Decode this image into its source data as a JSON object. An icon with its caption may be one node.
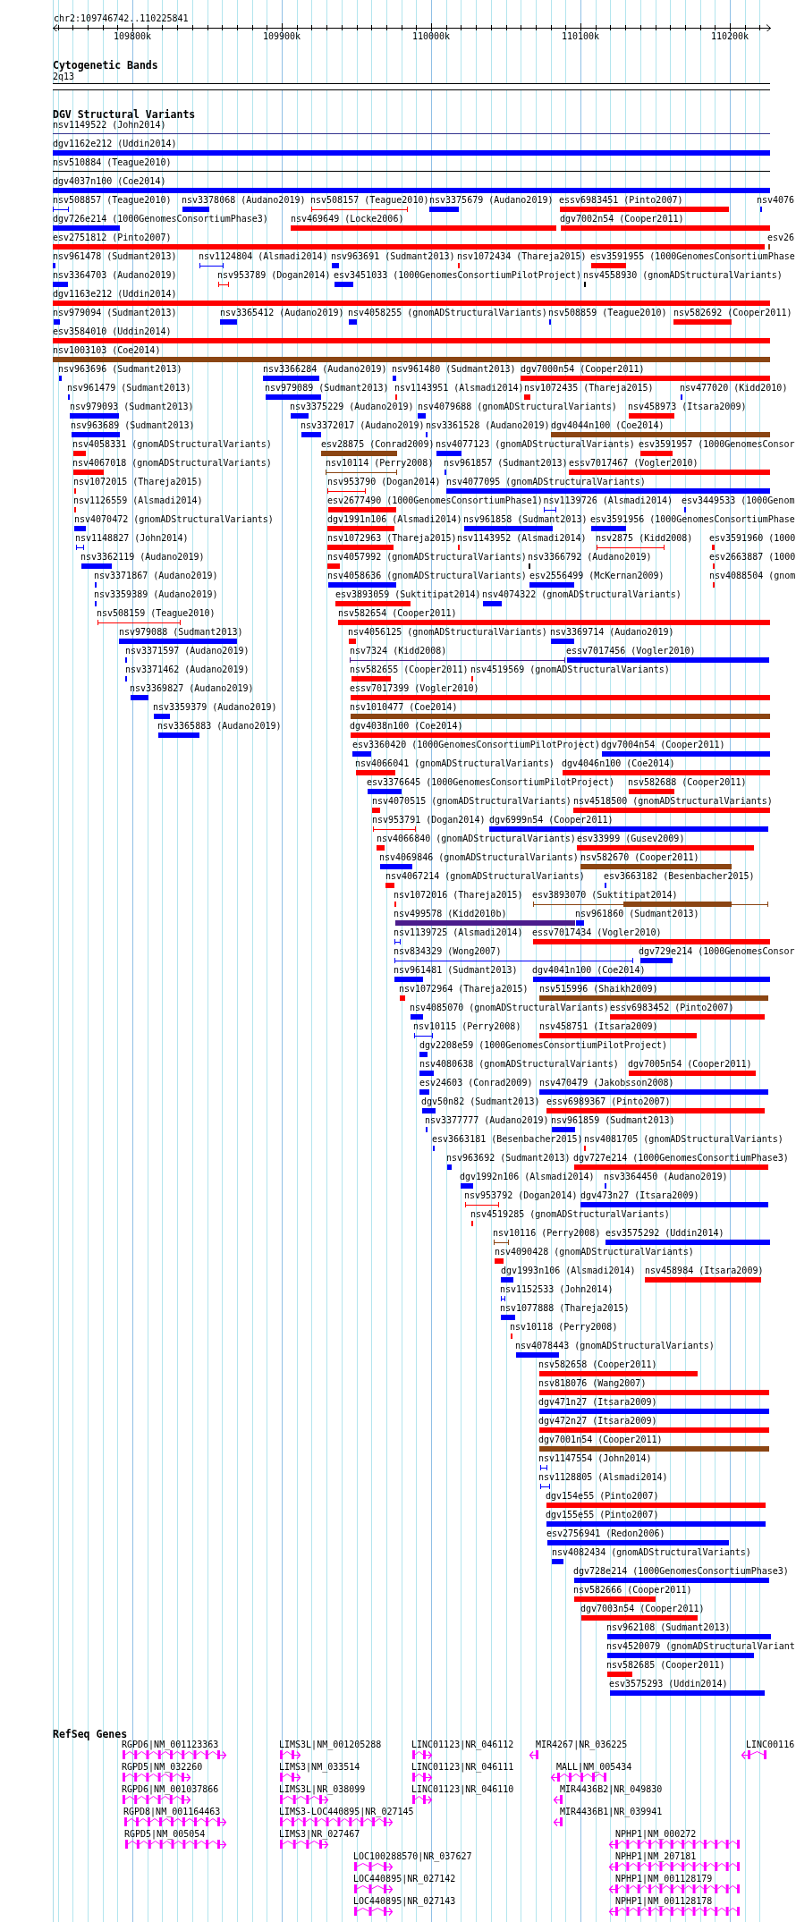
{
  "diagram": {
    "labels": [
      "chr2:109746742..110225841",
      "109800k",
      "109900k",
      "110000k",
      "110100k",
      "110200k",
      "Cytogenetic Bands",
      "DGV Structural Variants",
      "RefSeq Genes"
    ],
    "nodes": [
      {
        "text": [
          "2q13"
        ]
      },
      {
        "text": [
          "nsv1149522 (John2014)"
        ]
      },
      {
        "text": [
          "dgv1162e212 (Uddin2014)"
        ]
      },
      {
        "text": [
          "nsv510884 (Teague2010)"
        ]
      },
      {
        "text": [
          "dgv4037n100 (Coe2014)"
        ]
      },
      {
        "text": [
          "nsv508857 (Teague2010)"
        ]
      },
      {
        "text": [
          "nsv3378068 (Audano2019)"
        ]
      },
      {
        "text": [
          "nsv508157 (Teague2010)"
        ]
      },
      {
        "text": [
          "nsv3375679 (Audano2019)"
        ]
      },
      {
        "text": [
          "essv6983451 (Pinto2007)"
        ]
      },
      {
        "text": [
          "nsv4076"
        ]
      },
      {
        "text": [
          "dgv726e214 (1000GenomesConsortiumPhase3)"
        ]
      },
      {
        "text": [
          "nsv469649 (Locke2006)"
        ]
      },
      {
        "text": [
          "dgv7002n54 (Cooper2011)"
        ]
      },
      {
        "text": [
          "esv2751812 (Pinto2007)"
        ]
      },
      {
        "text": [
          "esv26"
        ]
      },
      {
        "text": [
          "nsv961478 (Sudmant2013)"
        ]
      },
      {
        "text": [
          "nsv1124804 (Alsmadi2014)"
        ]
      },
      {
        "text": [
          "nsv963691 (Sudmant2013)"
        ]
      },
      {
        "text": [
          "nsv1072434 (Thareja2015)"
        ]
      },
      {
        "text": [
          "esv3591955 (1000GenomesConsortiumPhase"
        ]
      },
      {
        "text": [
          "nsv3364703 (Audano2019)"
        ]
      },
      {
        "text": [
          "nsv953789 (Dogan2014)"
        ]
      },
      {
        "text": [
          "esv3451033 (1000GenomesConsortiumPilotProject)"
        ]
      },
      {
        "text": [
          "nsv4558930 (gnomADStructuralVariants)"
        ]
      },
      {
        "text": [
          "dgv1163e212 (Uddin2014)"
        ]
      },
      {
        "text": [
          "nsv979094 (Sudmant2013)"
        ]
      },
      {
        "text": [
          "nsv3365412 (Audano2019)"
        ]
      },
      {
        "text": [
          "nsv4058255 (gnomADStructuralVariants)"
        ]
      },
      {
        "text": [
          "nsv508859 (Teague2010)"
        ]
      },
      {
        "text": [
          "nsv582692 (Cooper2011)"
        ]
      },
      {
        "text": [
          "esv3584010 (Uddin2014)"
        ]
      },
      {
        "text": [
          "nsv1003103 (Coe2014)"
        ]
      },
      {
        "text": [
          "nsv963696 (Sudmant2013)"
        ]
      },
      {
        "text": [
          "nsv3366284 (Audano2019)"
        ]
      },
      {
        "text": [
          "nsv961480 (Sudmant2013)"
        ]
      },
      {
        "text": [
          "dgv7000n54 (Cooper2011)"
        ]
      },
      {
        "text": [
          "nsv961479 (Sudmant2013)"
        ]
      },
      {
        "text": [
          "nsv979089 (Sudmant2013)"
        ]
      },
      {
        "text": [
          "nsv1143951 (Alsmadi2014)"
        ]
      },
      {
        "text": [
          "nsv1072435 (Thareja2015)"
        ]
      },
      {
        "text": [
          "nsv477020 (Kidd2010)"
        ]
      },
      {
        "text": [
          "nsv979093 (Sudmant2013)"
        ]
      },
      {
        "text": [
          "nsv3375229 (Audano2019)"
        ]
      },
      {
        "text": [
          "nsv4079688 (gnomADStructuralVariants)"
        ]
      },
      {
        "text": [
          "nsv458973 (Itsara2009)"
        ]
      },
      {
        "text": [
          "nsv963689 (Sudmant2013)"
        ]
      },
      {
        "text": [
          "nsv3372017 (Audano2019)"
        ]
      },
      {
        "text": [
          "nsv3361528 (Audano2019)"
        ]
      },
      {
        "text": [
          "dgv4044n100 (Coe2014)"
        ]
      },
      {
        "text": [
          "nsv4058331 (gnomADStructuralVariants)"
        ]
      },
      {
        "text": [
          "esv28875 (Conrad2009)"
        ]
      },
      {
        "text": [
          "nsv4077123 (gnomADStructuralVariants)"
        ]
      },
      {
        "text": [
          "esv3591957 (1000GenomesConsor"
        ]
      },
      {
        "text": [
          "nsv4067018 (gnomADStructuralVariants)"
        ]
      },
      {
        "text": [
          "nsv10114 (Perry2008)"
        ]
      },
      {
        "text": [
          "nsv961857 (Sudmant2013)"
        ]
      },
      {
        "text": [
          "essv7017467 (Vogler2010)"
        ]
      },
      {
        "text": [
          "nsv1072015 (Thareja2015)"
        ]
      },
      {
        "text": [
          "nsv953790 (Dogan2014)"
        ]
      },
      {
        "text": [
          "nsv4077095 (gnomADStructuralVariants)"
        ]
      },
      {
        "text": [
          "nsv1126559 (Alsmadi2014)"
        ]
      },
      {
        "text": [
          "esv2677490 (1000GenomesConsortiumPhase1)"
        ]
      },
      {
        "text": [
          "nsv1139726 (Alsmadi2014)"
        ]
      },
      {
        "text": [
          "esv3449533 (1000Genom"
        ]
      },
      {
        "text": [
          "nsv4070472 (gnomADStructuralVariants)"
        ]
      },
      {
        "text": [
          "dgv1991n106 (Alsmadi2014)"
        ]
      },
      {
        "text": [
          "nsv961858 (Sudmant2013)"
        ]
      },
      {
        "text": [
          "esv3591956 (1000GenomesConsortiumPhase"
        ]
      },
      {
        "text": [
          "nsv1148827 (John2014)"
        ]
      },
      {
        "text": [
          "nsv1072963 (Thareja2015)"
        ]
      },
      {
        "text": [
          "nsv1143952 (Alsmadi2014)"
        ]
      },
      {
        "text": [
          "nsv2875 (Kidd2008)"
        ]
      },
      {
        "text": [
          "esv3591960 (1000"
        ]
      },
      {
        "text": [
          "nsv3362119 (Audano2019)"
        ]
      },
      {
        "text": [
          "nsv4057992 (gnomADStructuralVariants)"
        ]
      },
      {
        "text": [
          "nsv3366792 (Audano2019)"
        ]
      },
      {
        "text": [
          "esv2663887 (1000"
        ]
      },
      {
        "text": [
          "nsv3371867 (Audano2019)"
        ]
      },
      {
        "text": [
          "nsv4058636 (gnomADStructuralVariants)"
        ]
      },
      {
        "text": [
          "esv2556499 (McKernan2009)"
        ]
      },
      {
        "text": [
          "nsv4088504 (gnom"
        ]
      },
      {
        "text": [
          "nsv3359389 (Audano2019)"
        ]
      },
      {
        "text": [
          "esv3893059 (Suktitipat2014)"
        ]
      },
      {
        "text": [
          "nsv4074322 (gnomADStructuralVariants)"
        ]
      },
      {
        "text": [
          "nsv508159 (Teague2010)"
        ]
      },
      {
        "text": [
          "nsv582654 (Cooper2011)"
        ]
      },
      {
        "text": [
          "nsv979088 (Sudmant2013)"
        ]
      },
      {
        "text": [
          "nsv4056125 (gnomADStructuralVariants)"
        ]
      },
      {
        "text": [
          "nsv3369714 (Audano2019)"
        ]
      },
      {
        "text": [
          "nsv3371597 (Audano2019)"
        ]
      },
      {
        "text": [
          "nsv7324 (Kidd2008)"
        ]
      },
      {
        "text": [
          "essv7017456 (Vogler2010)"
        ]
      },
      {
        "text": [
          "nsv3371462 (Audano2019)"
        ]
      },
      {
        "text": [
          "nsv582655 (Cooper2011)"
        ]
      },
      {
        "text": [
          "nsv4519569 (gnomADStructuralVariants)"
        ]
      },
      {
        "text": [
          "nsv3369827 (Audano2019)"
        ]
      },
      {
        "text": [
          "essv7017399 (Vogler2010)"
        ]
      },
      {
        "text": [
          "nsv3359379 (Audano2019)"
        ]
      },
      {
        "text": [
          "nsv1010477 (Coe2014)"
        ]
      },
      {
        "text": [
          "nsv3365883 (Audano2019)"
        ]
      },
      {
        "text": [
          "dgv4038n100 (Coe2014)"
        ]
      },
      {
        "text": [
          "esv3360420 (1000GenomesConsortiumPilotProject)"
        ]
      },
      {
        "text": [
          "dgv7004n54 (Cooper2011)"
        ]
      },
      {
        "text": [
          "nsv4066041 (gnomADStructuralVariants)"
        ]
      },
      {
        "text": [
          "dgv4046n100 (Coe2014)"
        ]
      },
      {
        "text": [
          "esv3376645 (1000GenomesConsortiumPilotProject)"
        ]
      },
      {
        "text": [
          "nsv582688 (Cooper2011)"
        ]
      },
      {
        "text": [
          "nsv4070515 (gnomADStructuralVariants)"
        ]
      },
      {
        "text": [
          "nsv4518500 (gnomADStructuralVariants)"
        ]
      },
      {
        "text": [
          "nsv953791 (Dogan2014)"
        ]
      },
      {
        "text": [
          "dgv6999n54 (Cooper2011)"
        ]
      },
      {
        "text": [
          "nsv4066840 (gnomADStructuralVariants)"
        ]
      },
      {
        "text": [
          "esv33999 (Gusev2009)"
        ]
      },
      {
        "text": [
          "nsv4069846 (gnomADStructuralVariants)"
        ]
      },
      {
        "text": [
          "nsv582670 (Cooper2011)"
        ]
      },
      {
        "text": [
          "nsv4067214 (gnomADStructuralVariants)"
        ]
      },
      {
        "text": [
          "esv3663182 (Besenbacher2015)"
        ]
      },
      {
        "text": [
          "nsv1072016 (Thareja2015)"
        ]
      },
      {
        "text": [
          "esv3893070 (Suktitipat2014)"
        ]
      },
      {
        "text": [
          "nsv499578 (Kidd2010b)"
        ]
      },
      {
        "text": [
          "nsv961860 (Sudmant2013)"
        ]
      },
      {
        "text": [
          "nsv1139725 (Alsmadi2014)"
        ]
      },
      {
        "text": [
          "essv7017434 (Vogler2010)"
        ]
      },
      {
        "text": [
          "nsv834329 (Wong2007)"
        ]
      },
      {
        "text": [
          "dgv729e214 (1000GenomesConsor"
        ]
      },
      {
        "text": [
          "nsv961481 (Sudmant2013)"
        ]
      },
      {
        "text": [
          "dgv4041n100 (Coe2014)"
        ]
      },
      {
        "text": [
          "nsv1072964 (Thareja2015)"
        ]
      },
      {
        "text": [
          "nsv515996 (Shaikh2009)"
        ]
      },
      {
        "text": [
          "nsv4085070 (gnomADStructuralVariants)"
        ]
      },
      {
        "text": [
          "essv6983452 (Pinto2007)"
        ]
      },
      {
        "text": [
          "nsv10115 (Perry2008)"
        ]
      },
      {
        "text": [
          "nsv458751 (Itsara2009)"
        ]
      },
      {
        "text": [
          "dgv2208e59 (1000GenomesConsortiumPilotProject)"
        ]
      },
      {
        "text": [
          "nsv4080638 (gnomADStructuralVariants)"
        ]
      },
      {
        "text": [
          "dgv7005n54 (Cooper2011)"
        ]
      },
      {
        "text": [
          "esv24603 (Conrad2009)"
        ]
      },
      {
        "text": [
          "nsv470479 (Jakobsson2008)"
        ]
      },
      {
        "text": [
          "dgv50n82 (Sudmant2013)"
        ]
      },
      {
        "text": [
          "essv6989367 (Pinto2007)"
        ]
      },
      {
        "text": [
          "nsv3377777 (Audano2019)"
        ]
      },
      {
        "text": [
          "nsv961859 (Sudmant2013)"
        ]
      },
      {
        "text": [
          "esv3663181 (Besenbacher2015)"
        ]
      },
      {
        "text": [
          "nsv4081705 (gnomADStructuralVariants)"
        ]
      },
      {
        "text": [
          "nsv963692 (Sudmant2013)"
        ]
      },
      {
        "text": [
          "dgv727e214 (1000GenomesConsortiumPhase3)"
        ]
      },
      {
        "text": [
          "dgv1992n106 (Alsmadi2014)"
        ]
      },
      {
        "text": [
          "nsv3364450 (Audano2019)"
        ]
      },
      {
        "text": [
          "nsv953792 (Dogan2014)"
        ]
      },
      {
        "text": [
          "dgv473n27 (Itsara2009)"
        ]
      },
      {
        "text": [
          "nsv4519285 (gnomADStructuralVariants)"
        ]
      },
      {
        "text": [
          "nsv10116 (Perry2008)"
        ]
      },
      {
        "text": [
          "esv3575292 (Uddin2014)"
        ]
      },
      {
        "text": [
          "nsv4090428 (gnomADStructuralVariants)"
        ]
      },
      {
        "text": [
          "dgv1993n106 (Alsmadi2014)"
        ]
      },
      {
        "text": [
          "nsv458984 (Itsara2009)"
        ]
      },
      {
        "text": [
          "nsv1152533 (John2014)"
        ]
      },
      {
        "text": [
          "nsv1077888 (Thareja2015)"
        ]
      },
      {
        "text": [
          "nsv10118 (Perry2008)"
        ]
      },
      {
        "text": [
          "nsv4078443 (gnomADStructuralVariants)"
        ]
      },
      {
        "text": [
          "nsv582658 (Cooper2011)"
        ]
      },
      {
        "text": [
          "nsv818076 (Wang2007)"
        ]
      },
      {
        "text": [
          "dgv471n27 (Itsara2009)"
        ]
      },
      {
        "text": [
          "dgv472n27 (Itsara2009)"
        ]
      },
      {
        "text": [
          "dgv7001n54 (Cooper2011)"
        ]
      },
      {
        "text": [
          "nsv1147554 (John2014)"
        ]
      },
      {
        "text": [
          "nsv1128805 (Alsmadi2014)"
        ]
      },
      {
        "text": [
          "dgv154e55 (Pinto2007)"
        ]
      },
      {
        "text": [
          "dgv155e55 (Pinto2007)"
        ]
      },
      {
        "text": [
          "esv2756941 (Redon2006)"
        ]
      },
      {
        "text": [
          "nsv4082434 (gnomADStructuralVariants)"
        ]
      },
      {
        "text": [
          "dgv728e214 (1000GenomesConsortiumPhase3)"
        ]
      },
      {
        "text": [
          "nsv582666 (Cooper2011)"
        ]
      },
      {
        "text": [
          "dgv7003n54 (Cooper2011)"
        ]
      },
      {
        "text": [
          "nsv962108 (Sudmant2013)"
        ]
      },
      {
        "text": [
          "nsv4520079 (gnomADStructuralVariant"
        ]
      },
      {
        "text": [
          "nsv582685 (Cooper2011)"
        ]
      },
      {
        "text": [
          "esv3575293 (Uddin2014)"
        ]
      },
      {
        "text": [
          "RGPD6|NM_001123363"
        ]
      },
      {
        "text": [
          "LIMS3L|NM_001205288"
        ]
      },
      {
        "text": [
          "LINC01123|NR_046112"
        ]
      },
      {
        "text": [
          "MIR4267|NR_036225"
        ]
      },
      {
        "text": [
          "LINC00116"
        ]
      },
      {
        "text": [
          "RGPD5|NM_032260"
        ]
      },
      {
        "text": [
          "LIMS3|NM_033514"
        ]
      },
      {
        "text": [
          "LINC01123|NR_046111"
        ]
      },
      {
        "text": [
          "MALL|NM_005434"
        ]
      },
      {
        "text": [
          "RGPD6|NM_001037866"
        ]
      },
      {
        "text": [
          "LIMS3L|NR_038099"
        ]
      },
      {
        "text": [
          "LINC01123|NR_046110"
        ]
      },
      {
        "text": [
          "MIR4436B2|NR_049830"
        ]
      },
      {
        "text": [
          "RGPD8|NM_001164463"
        ]
      },
      {
        "text": [
          "LIMS3-LOC440895|NR_027145"
        ]
      },
      {
        "text": [
          "MIR4436B1|NR_039941"
        ]
      },
      {
        "text": [
          "RGPD5|NM_005054"
        ]
      },
      {
        "text": [
          "LIMS3|NR_027467"
        ]
      },
      {
        "text": [
          "NPHP1|NM_000272"
        ]
      },
      {
        "text": [
          "LOC100288570|NR_037627"
        ]
      },
      {
        "text": [
          "NPHP1|NM_207181"
        ]
      },
      {
        "text": [
          "LOC440895|NR_027142"
        ]
      },
      {
        "text": [
          "NPHP1|NM_001128179"
        ]
      },
      {
        "text": [
          "LOC440895|NR_027143"
        ]
      },
      {
        "text": [
          "NPHP1|NM_001128178"
        ]
      }
    ]
  }
}
